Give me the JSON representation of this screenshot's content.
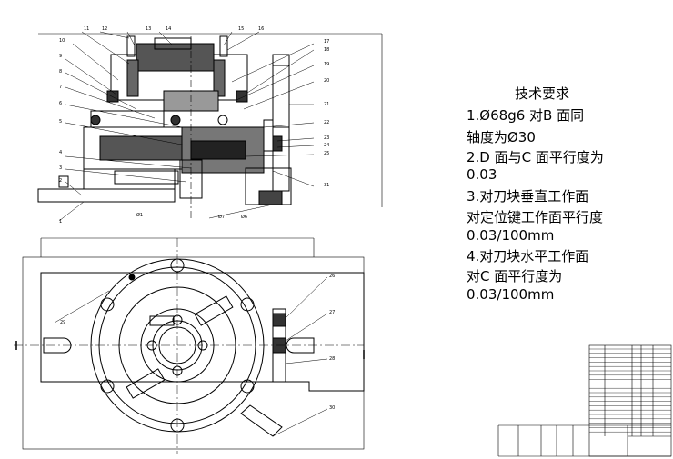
{
  "tech_requirements": {
    "title": "技术要求",
    "lines": [
      "1.Ø68g6 对B 面同",
      "轴度为Ø30",
      "2.D 面与C 面平行度为",
      "0.03",
      "3.对刀块垂直工作面",
      "对定位键工作面平行度",
      "0.03/100mm",
      "4.对刀块水平工作面",
      "对C 面平行度为",
      "0.03/100mm"
    ]
  },
  "part_numbers_top": [
    "11",
    "12",
    "13",
    "14",
    "15",
    "16",
    "17",
    "18",
    "19",
    "20",
    "21",
    "22",
    "23",
    "24",
    "25",
    "10",
    "9",
    "8",
    "7",
    "6",
    "5",
    "4",
    "3",
    "2",
    "1"
  ],
  "part_numbers_bottom": [
    "26",
    "27",
    "28",
    "29",
    "30",
    "31"
  ],
  "dimension_labels": [
    "Ø1",
    "Ø7",
    "Ø6"
  ]
}
